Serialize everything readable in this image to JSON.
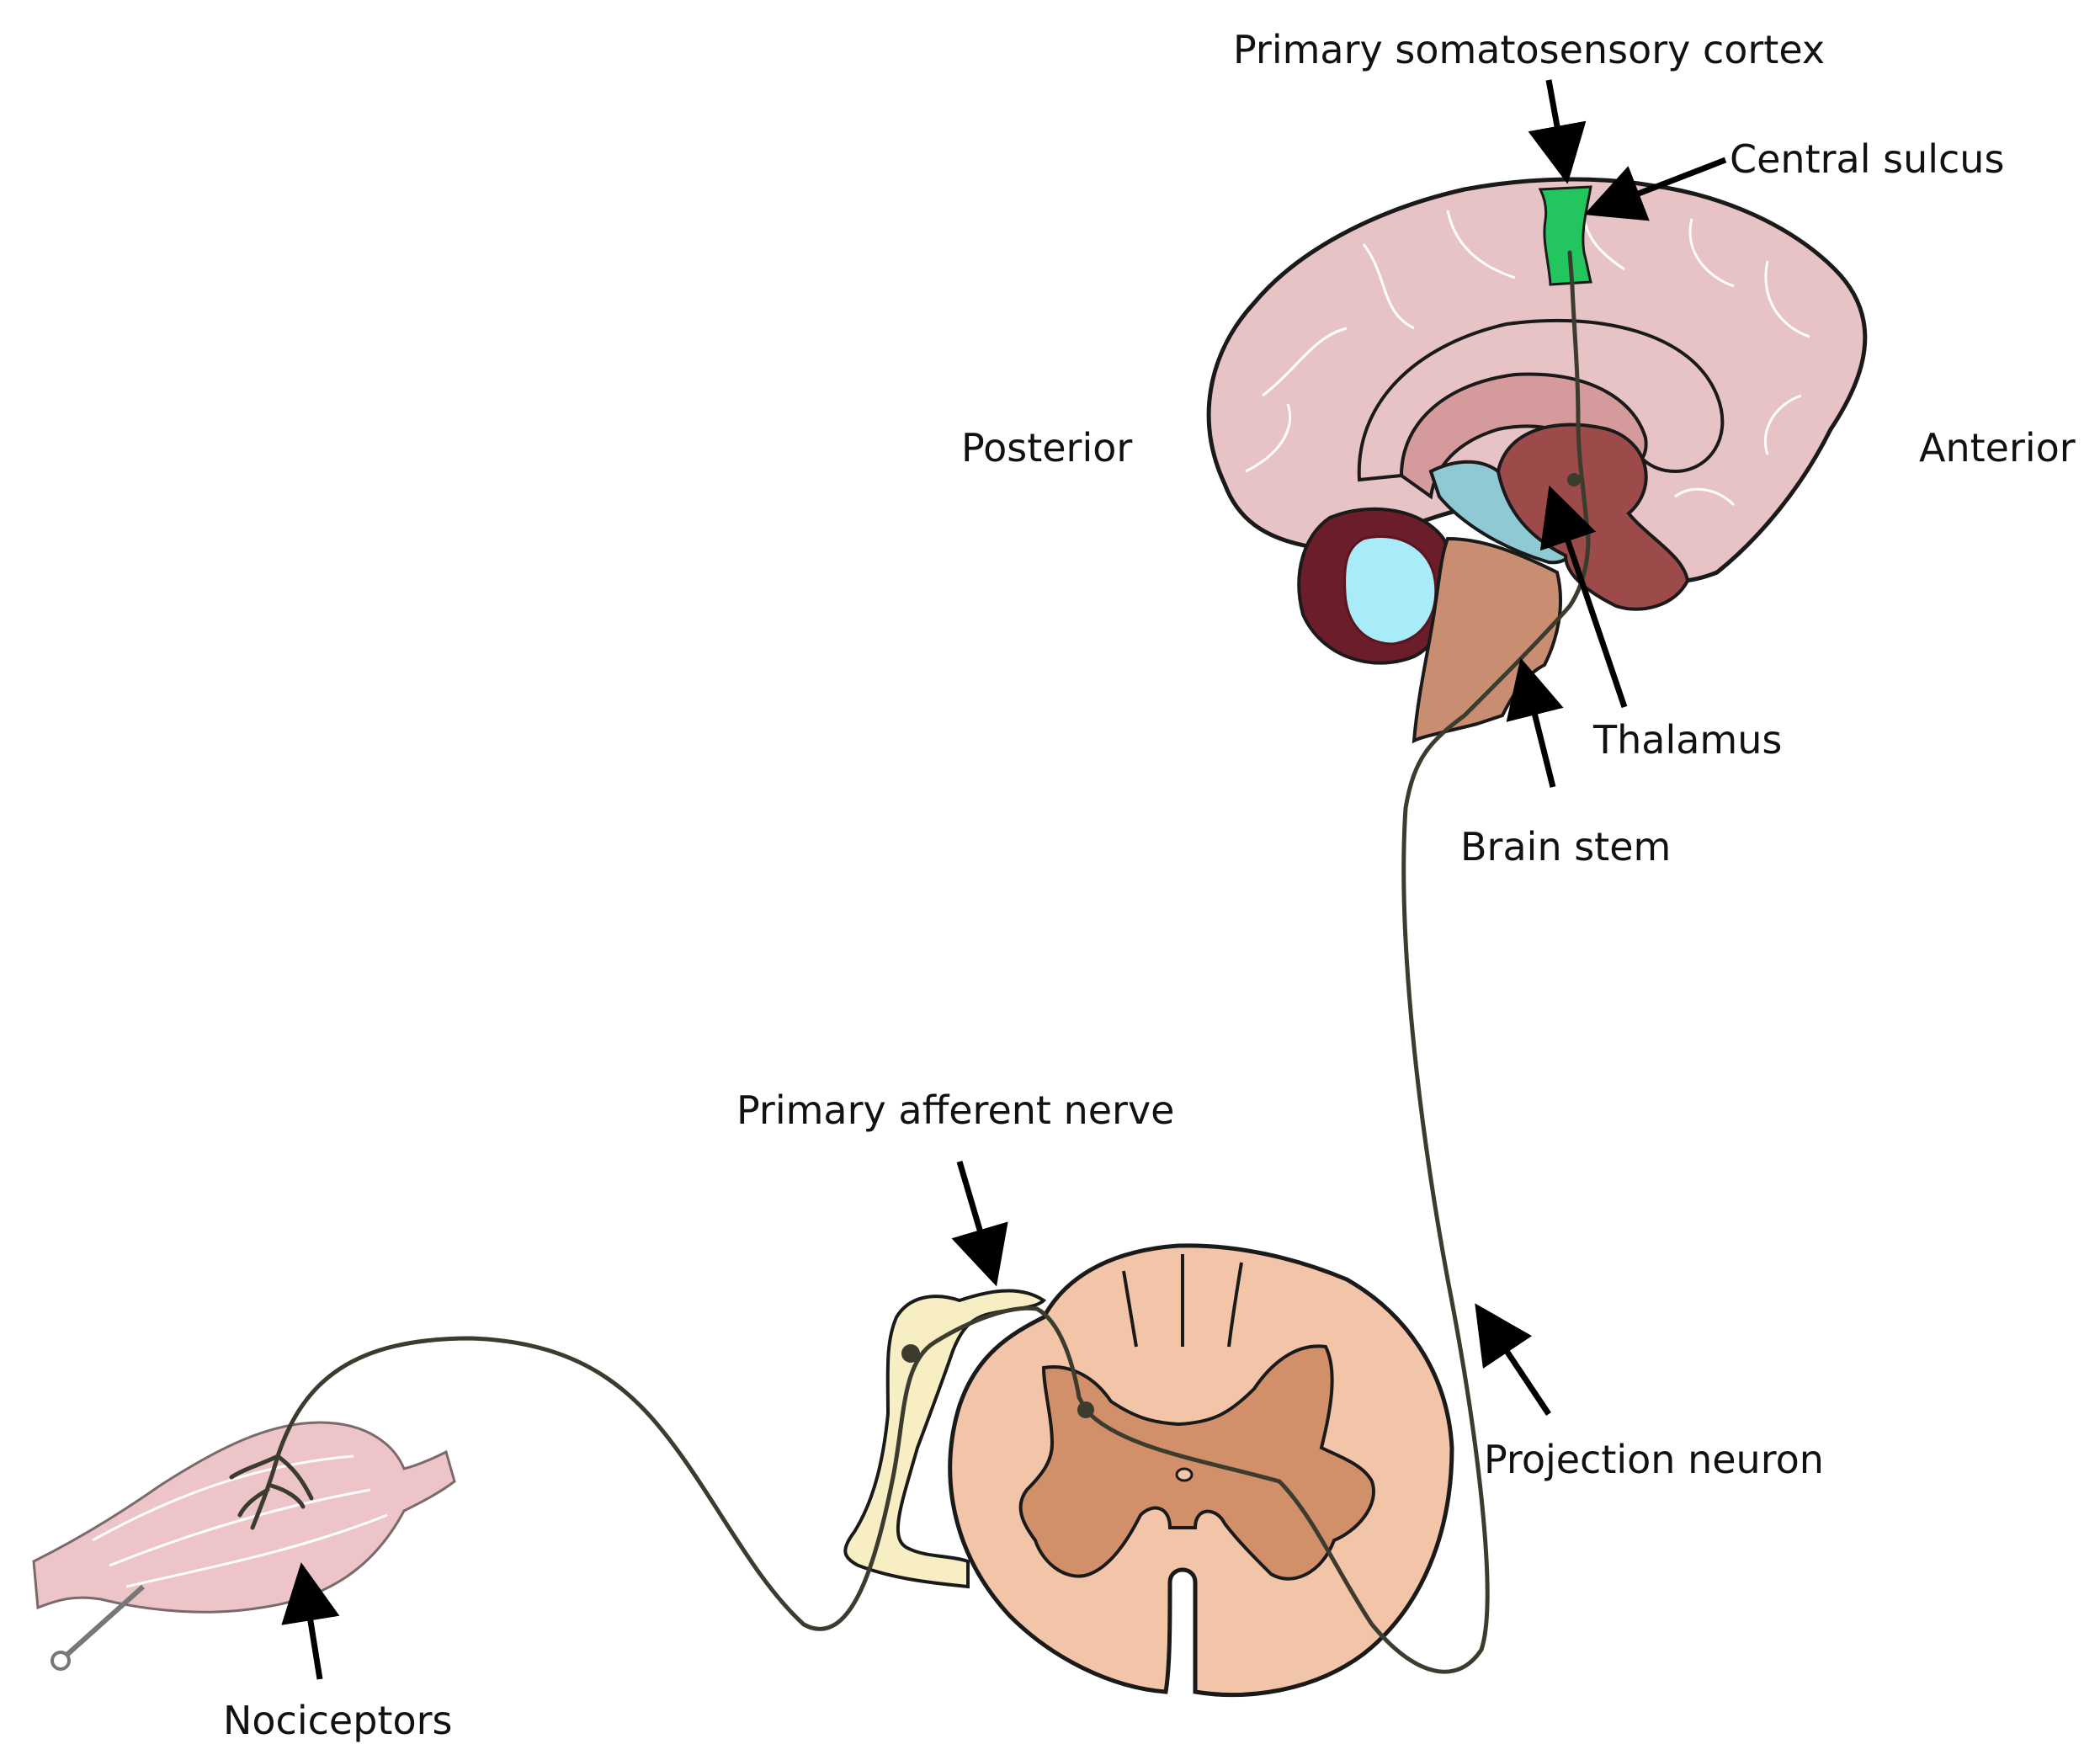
{
  "labels": {
    "primary_somatosensory_cortex": "Primary somatosensory cortex",
    "central_sulcus": "Central sulcus",
    "posterior": "Posterior",
    "anterior": "Anterior",
    "thalamus": "Thalamus",
    "brain_stem": "Brain stem",
    "primary_afferent_nerve": "Primary afferent nerve",
    "projection_neuron": "Projection neuron",
    "nociceptors": "Nociceptors"
  },
  "colors": {
    "cortex": "#e8c3c6",
    "cortex_inner": "#d49a9c",
    "thalamus": "#9c4a4a",
    "somatosensory": "#22c55e",
    "ventricle": "#8fc9d4",
    "cerebellum_outer": "#6b1e2a",
    "cerebellum_inner": "#a8ecfa",
    "brain_stem": "#c98e72",
    "spinal_white": "#f2c4a8",
    "spinal_grey": "#d2906a",
    "ganglion": "#f8eec4",
    "muscle": "#edc5c9",
    "nerve": "#3b3b2e"
  }
}
